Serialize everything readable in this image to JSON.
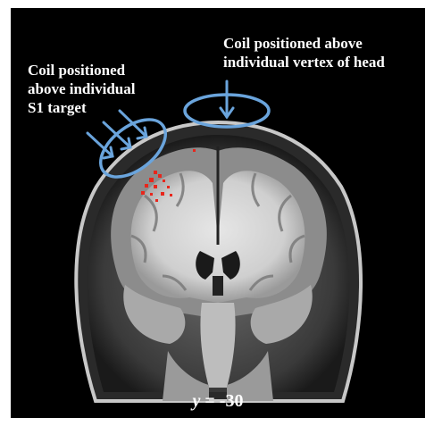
{
  "annotations": {
    "s1_coil": [
      "Coil positioned",
      "above individual",
      "S1 target"
    ],
    "vertex_coil": [
      "Coil positioned above",
      "individual vertex of head"
    ]
  },
  "caption": {
    "variable": "y",
    "rest": " = -30"
  },
  "colors": {
    "background": "#000000",
    "coil": "#5b9bd5",
    "activation": "#e8261c",
    "white_matter": "#d9d9d9",
    "gray_matter": "#8a8a8a"
  },
  "icons": [
    "coil-ellipse-s1",
    "coil-ellipse-vertex",
    "arrow",
    "mri-coronal-slice"
  ]
}
